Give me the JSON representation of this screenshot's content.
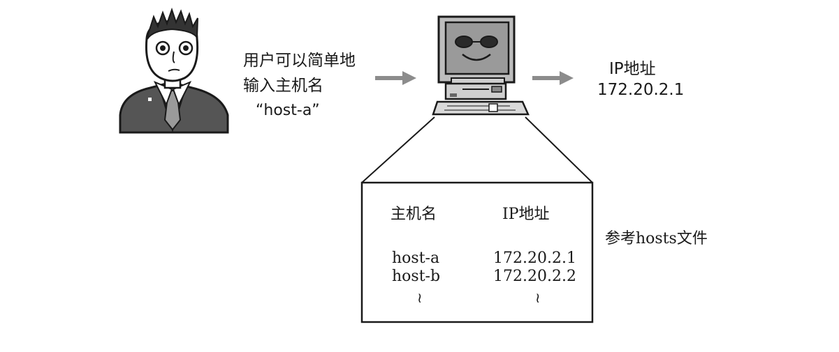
{
  "user": {
    "line1": "用户可以简单地",
    "line2": "输入主机名",
    "line3": "“host-a”"
  },
  "result": {
    "title": "IP地址",
    "value": "172.20.2.1"
  },
  "hosts_file": {
    "columns": [
      "主机名",
      "IP地址"
    ],
    "rows": [
      {
        "host": "host-a",
        "ip": "172.20.2.1"
      },
      {
        "host": "host-b",
        "ip": "172.20.2.2"
      },
      {
        "host": "≀",
        "ip": "≀"
      }
    ],
    "caption": "参考hosts文件"
  },
  "colors": {
    "line": "#1a1a1a",
    "arrow": "#8c8c8c",
    "shade": "#b9b9b9",
    "screen": "#9a9a9a",
    "suit": "#555555"
  },
  "icons": [
    "user-figure-icon",
    "computer-icon",
    "arrow-right-icon"
  ]
}
